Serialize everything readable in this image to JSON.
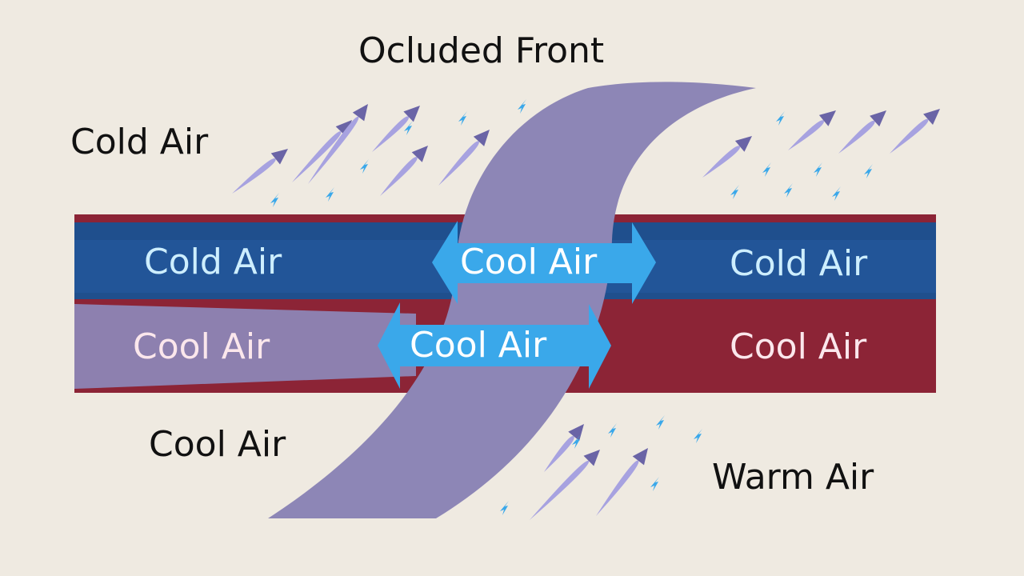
{
  "title": "Ocluded Front",
  "labels": {
    "top_left": "Cold Air",
    "bottom_left": "Cool Air",
    "bottom_right": "Warm Air"
  },
  "upper_band": {
    "left": "Cold Air",
    "middle": "Cool Air",
    "right": "Cold Air"
  },
  "lower_band": {
    "left": "Cool Air",
    "middle": "Cool Air",
    "right": "Cool Air"
  },
  "colors": {
    "background": "#efeae1",
    "cold_band": "#1f4f8d",
    "warm_band": "#8c2436",
    "front": "#8d86b6",
    "arrow_blue": "#3aa8ea",
    "light_text": "#cdeeff",
    "pink_text": "#fbe7ec",
    "streak": "#a7a2e0",
    "streak_head": "#6a64a6"
  },
  "icons": [
    "streak-arrow-icon",
    "raindrop-icon",
    "double-arrow-icon"
  ]
}
